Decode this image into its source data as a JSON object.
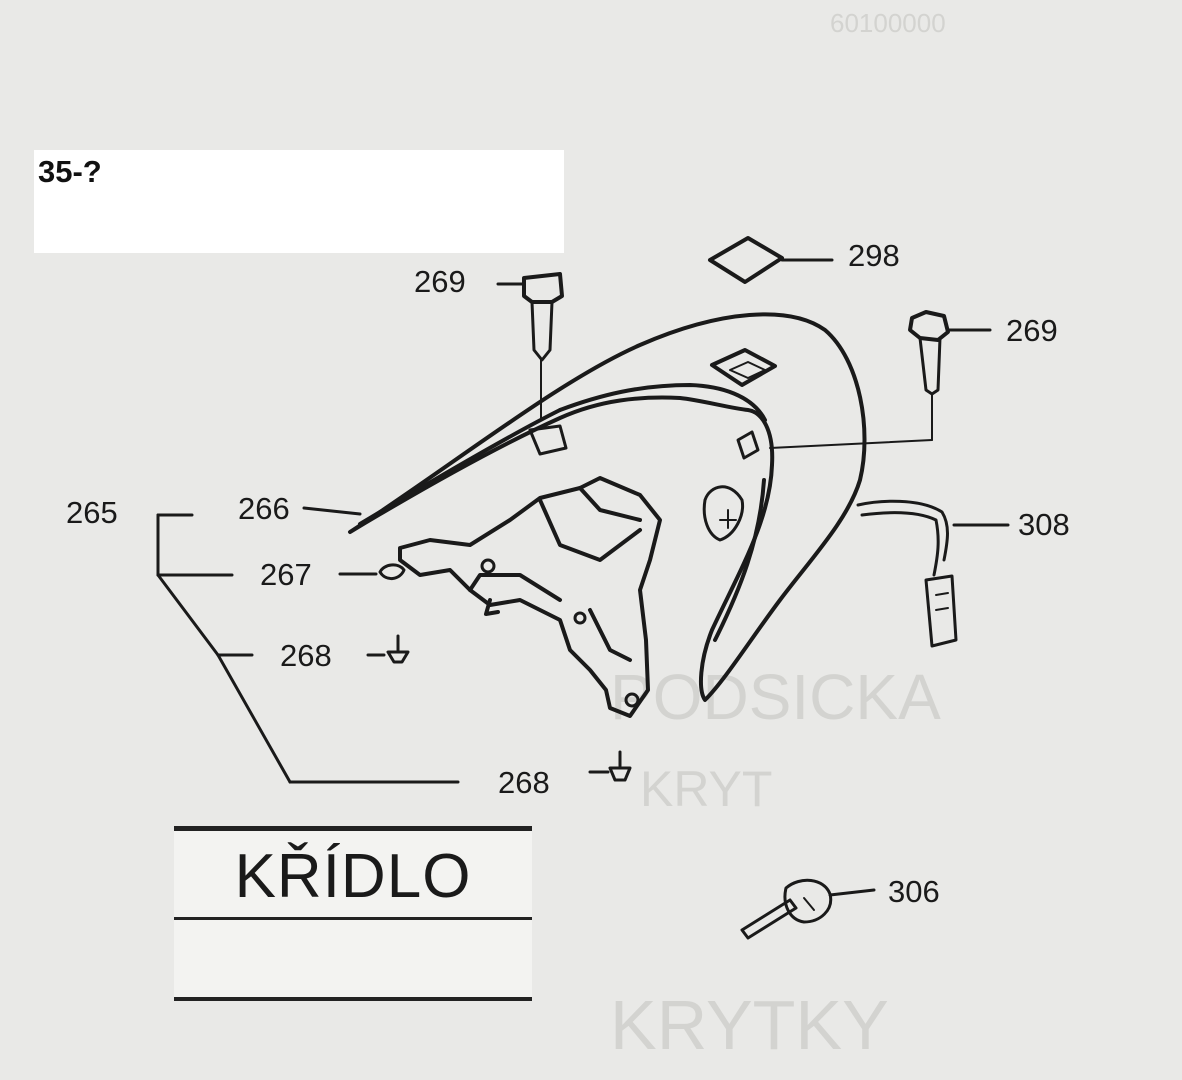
{
  "header": {
    "code": "35-?"
  },
  "title": {
    "text": "KŘÍDLO"
  },
  "callouts": {
    "c265": "265",
    "c266": "266",
    "c267": "267",
    "c268a": "268",
    "c268b": "268",
    "c269a": "269",
    "c269b": "269",
    "c298": "298",
    "c306": "306",
    "c308": "308"
  },
  "colors": {
    "background": "#e9e9e7",
    "ink": "#1a1a1a"
  }
}
